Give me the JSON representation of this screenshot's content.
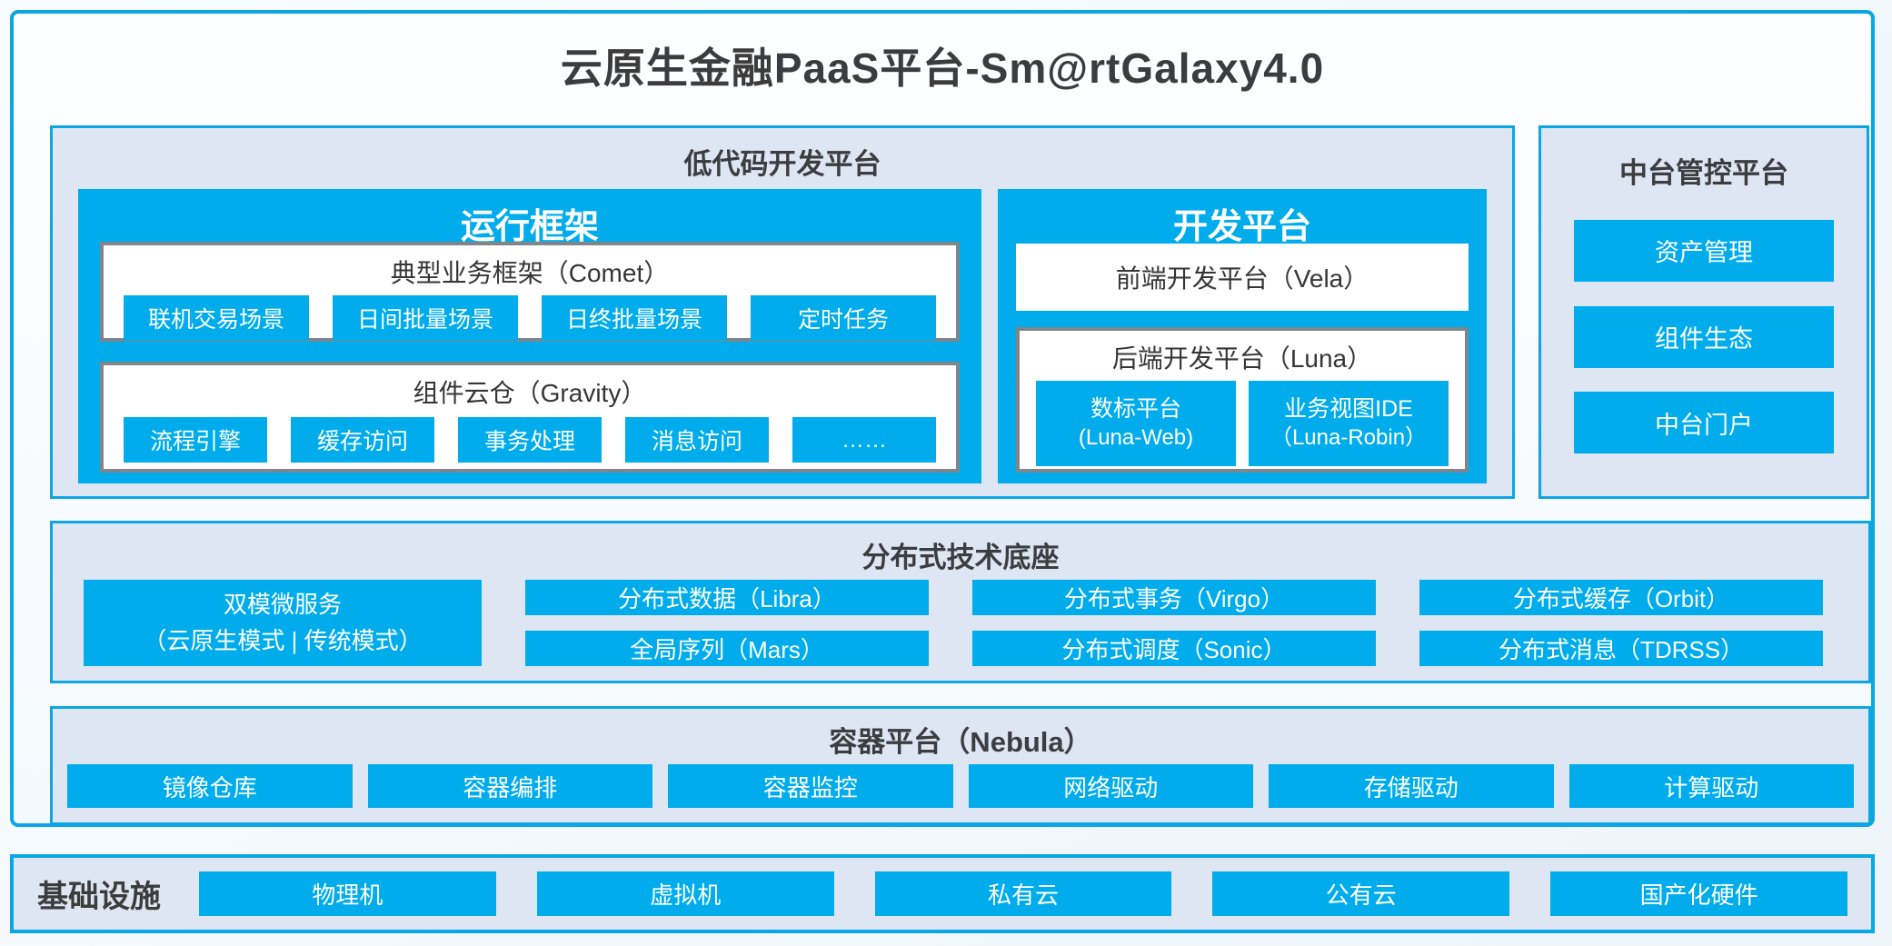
{
  "title": "云原生金融PaaS平台-Sm@rtGalaxy4.0",
  "colors": {
    "accent_blue": "#00ACEC",
    "panel_border_cyan": "#0CA6E4",
    "panel_bg_light": "#DDE6F2",
    "gray_box_border": "#7E868C",
    "dark_text": "#3B3D40",
    "white_text": "#FFFFFF"
  },
  "low_code": {
    "title": "低代码开发平台",
    "runtime": {
      "title": "运行框架",
      "comet": {
        "title": "典型业务框架（Comet）",
        "items": [
          "联机交易场景",
          "日间批量场景",
          "日终批量场景",
          "定时任务"
        ]
      },
      "gravity": {
        "title": "组件云仓（Gravity）",
        "items": [
          "流程引擎",
          "缓存访问",
          "事务处理",
          "消息访问",
          "……"
        ]
      }
    },
    "dev": {
      "title": "开发平台",
      "vela": "前端开发平台（Vela）",
      "luna": {
        "title": "后端开发平台（Luna）",
        "items": [
          {
            "line1": "数标平台",
            "line2": "(Luna-Web)"
          },
          {
            "line1": "业务视图IDE",
            "line2": "（Luna-Robin）"
          }
        ]
      }
    }
  },
  "mid_platform": {
    "title": "中台管控平台",
    "items": [
      "资产管理",
      "组件生态",
      "中台门户"
    ]
  },
  "distributed": {
    "title": "分布式技术底座",
    "dual_mode": {
      "line1": "双模微服务",
      "line2": "（云原生模式 | 传统模式）"
    },
    "grid": [
      [
        "分布式数据（Libra）",
        "分布式事务（Virgo）",
        "分布式缓存（Orbit）"
      ],
      [
        "全局序列（Mars）",
        "分布式调度（Sonic）",
        "分布式消息（TDRSS）"
      ]
    ]
  },
  "container_platform": {
    "title": "容器平台（Nebula）",
    "items": [
      "镜像仓库",
      "容器编排",
      "容器监控",
      "网络驱动",
      "存储驱动",
      "计算驱动"
    ]
  },
  "infrastructure": {
    "title": "基础设施",
    "items": [
      "物理机",
      "虚拟机",
      "私有云",
      "公有云",
      "国产化硬件"
    ]
  }
}
